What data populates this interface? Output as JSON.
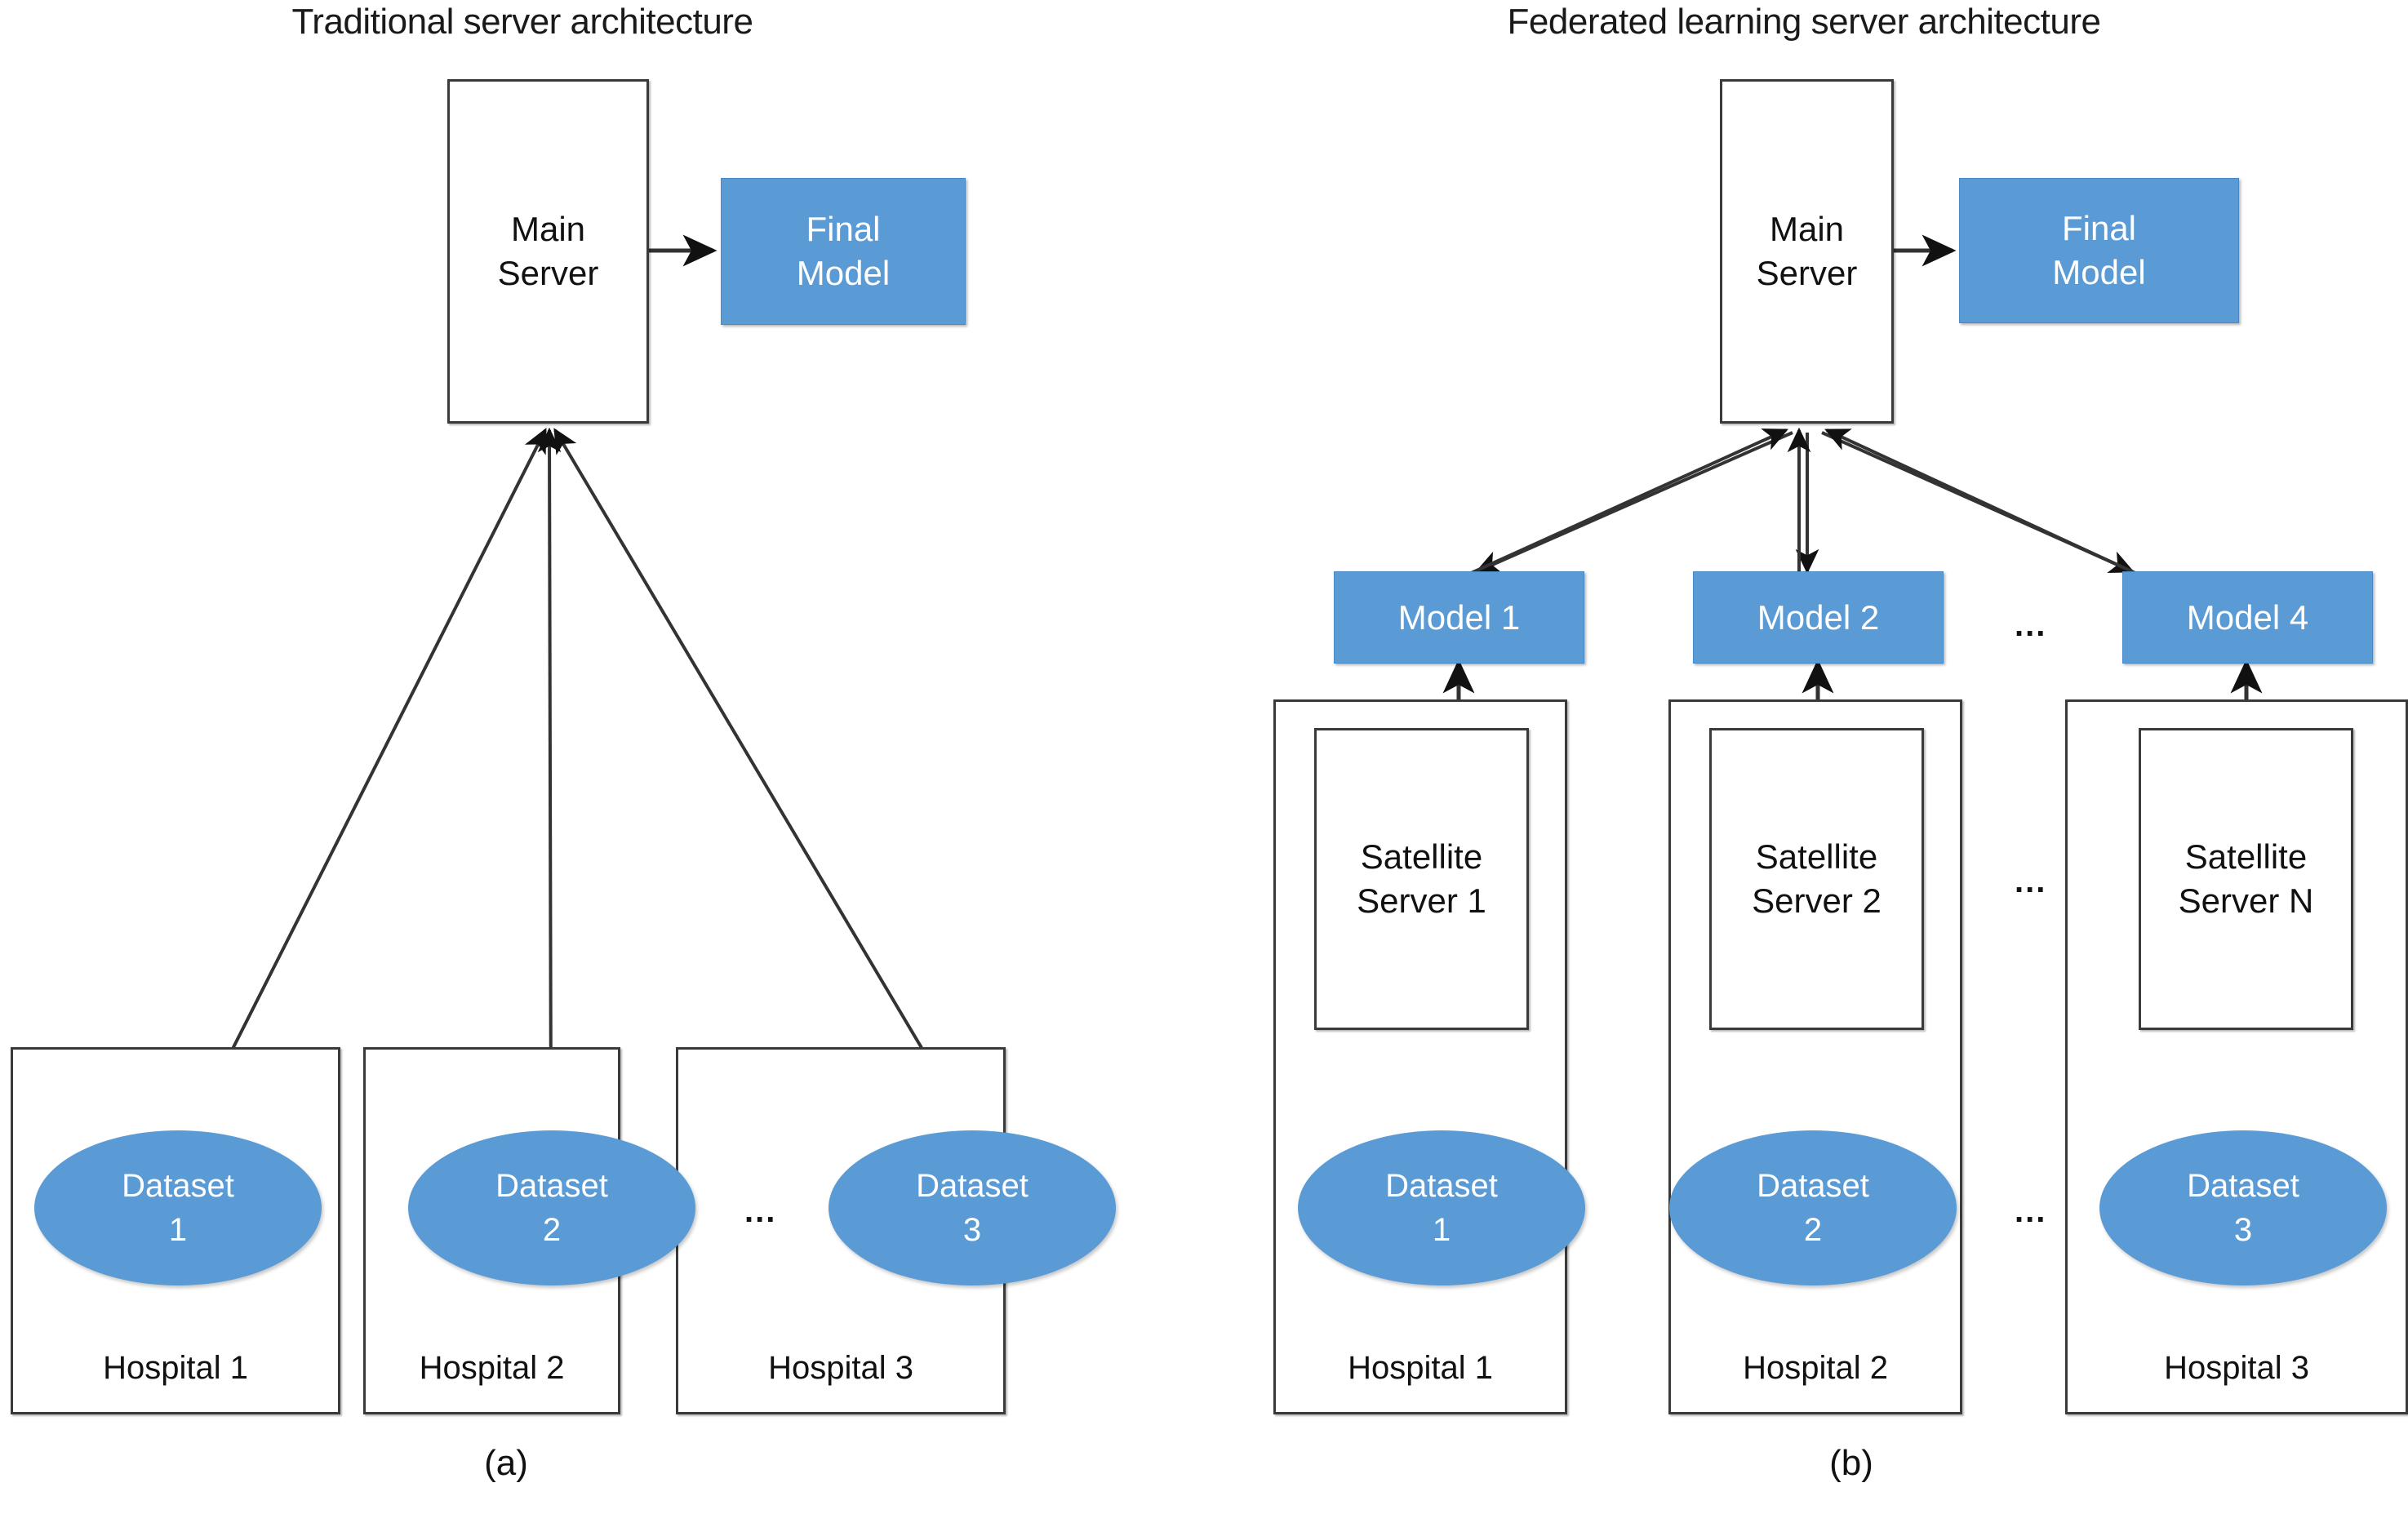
{
  "figure": {
    "caption_a": "(a)",
    "caption_b": "(b)"
  },
  "panel_a": {
    "title": "Traditional server architecture",
    "main_server": "Main\nServer",
    "final_model": "Final\nModel",
    "ellipsis": "...",
    "hospitals": [
      {
        "name": "Hospital 1",
        "dataset": "Dataset\n1"
      },
      {
        "name": "Hospital 2",
        "dataset": "Dataset\n2"
      },
      {
        "name": "Hospital 3",
        "dataset": "Dataset\n3"
      }
    ]
  },
  "panel_b": {
    "title": "Federated learning server architecture",
    "main_server": "Main\nServer",
    "final_model": "Final\nModel",
    "models_ellipsis": "...",
    "satellite_ellipsis": "...",
    "dataset_ellipsis": "...",
    "columns": [
      {
        "model": "Model 1",
        "satellite": "Satellite\nServer 1",
        "dataset": "Dataset\n1",
        "hospital": "Hospital 1"
      },
      {
        "model": "Model 2",
        "satellite": "Satellite\nServer 2",
        "dataset": "Dataset\n2",
        "hospital": "Hospital 2"
      },
      {
        "model": "Model 4",
        "satellite": "Satellite\nServer N",
        "dataset": "Dataset\n3",
        "hospital": "Hospital 3"
      }
    ]
  },
  "colors": {
    "accent_blue": "#5b9bd5",
    "box_border": "#3a3a3a",
    "text_dark": "#111111",
    "background": "#ffffff"
  }
}
